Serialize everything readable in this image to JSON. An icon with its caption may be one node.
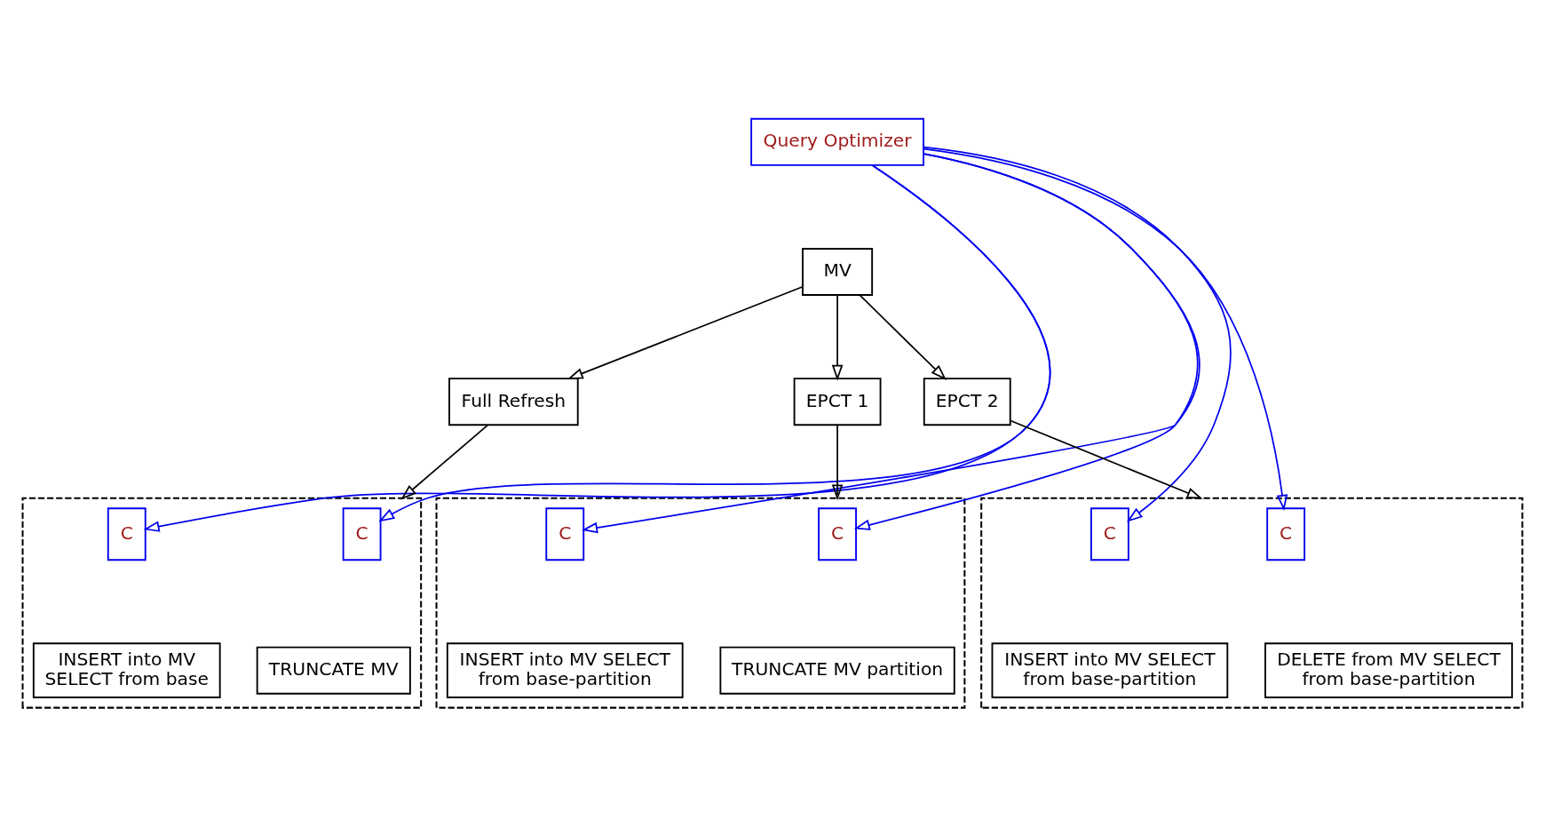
{
  "diagram": {
    "nodes": [
      {
        "text": [
          "Query Optimizer"
        ]
      },
      {
        "text": [
          "MV"
        ]
      },
      {
        "text": [
          "Full Refresh"
        ]
      },
      {
        "text": [
          "EPCT 1"
        ]
      },
      {
        "text": [
          "EPCT 2"
        ]
      },
      {
        "text": [],
        "shape": "box"
      },
      {
        "text": [
          "C"
        ],
        "in": 5
      },
      {
        "text": [
          "TRUNCATE MV"
        ],
        "in": 5
      },
      {
        "text": [
          "C"
        ],
        "in": 5
      },
      {
        "text": [
          "INSERT into MV SELECT from base"
        ],
        "in": 5
      },
      {
        "text": [],
        "shape": "box"
      },
      {
        "text": [
          "C"
        ],
        "in": 10
      },
      {
        "text": [
          "TRUNCATE MV partition"
        ],
        "in": 10
      },
      {
        "text": [
          "C"
        ],
        "in": 10
      },
      {
        "text": [
          "INSERT into MV SELECT from base-partition"
        ],
        "in": 10
      },
      {
        "text": [],
        "shape": "box"
      },
      {
        "text": [
          "C"
        ],
        "in": 15
      },
      {
        "text": [
          "DELETE from MV SELECT from base-partition"
        ],
        "in": 15
      },
      {
        "text": [
          "C"
        ],
        "in": 15
      },
      {
        "text": [
          "INSERT into MV SELECT from base-partition"
        ],
        "in": 15
      }
    ],
    "edges": [
      {
        "from": 0,
        "to": 6,
        "arrow": "to"
      },
      {
        "from": 0,
        "to": 8,
        "arrow": "to"
      },
      {
        "from": 0,
        "to": 11,
        "arrow": "to"
      },
      {
        "from": 0,
        "to": 13,
        "arrow": "to"
      },
      {
        "from": 0,
        "to": 16,
        "arrow": "to"
      },
      {
        "from": 0,
        "to": 18,
        "arrow": "to"
      },
      {
        "from": 1,
        "to": 2,
        "arrow": "to",
        "color": "#000000"
      },
      {
        "from": 1,
        "to": 3,
        "arrow": "to",
        "color": "#000000"
      },
      {
        "from": 1,
        "to": 4,
        "arrow": "to",
        "color": "#000000"
      },
      {
        "from": 2,
        "to": 5,
        "arrow": "to",
        "color": "#000000"
      },
      {
        "from": 3,
        "to": 10,
        "arrow": "to",
        "color": "#000000"
      },
      {
        "from": 4,
        "to": 15,
        "arrow": "to",
        "color": "#000000"
      }
    ]
  }
}
